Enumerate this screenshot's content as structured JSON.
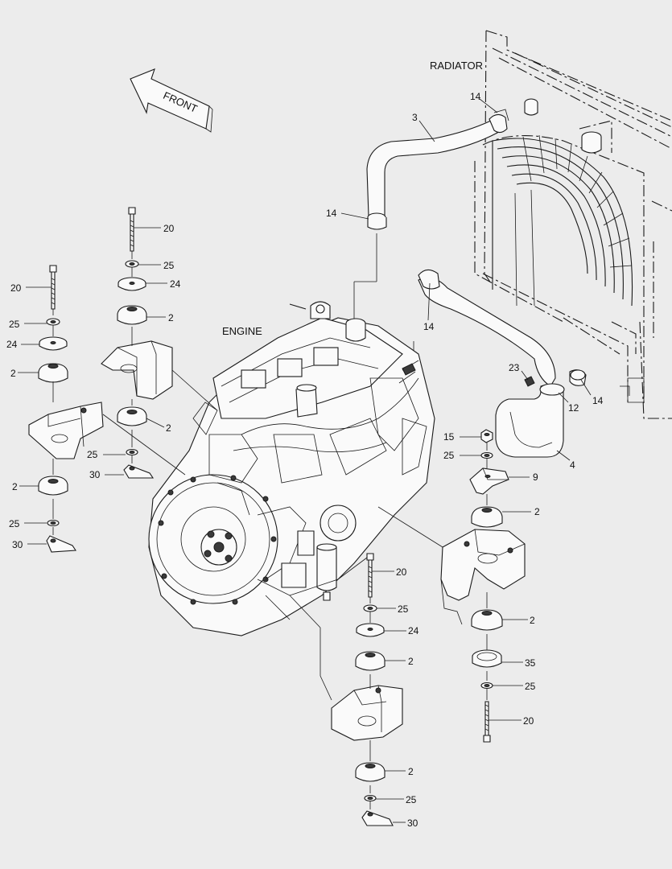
{
  "labels": {
    "radiator": "RADIATOR",
    "engine": "ENGINE",
    "front": "FRONT"
  },
  "callouts": [
    {
      "id": "c-14a",
      "text": "14"
    },
    {
      "id": "c-3",
      "text": "3"
    },
    {
      "id": "c-14b",
      "text": "14"
    },
    {
      "id": "c-14c",
      "text": "14"
    },
    {
      "id": "c-23",
      "text": "23"
    },
    {
      "id": "c-12",
      "text": "12"
    },
    {
      "id": "c-14d",
      "text": "14"
    },
    {
      "id": "c-4",
      "text": "4"
    },
    {
      "id": "c-15",
      "text": "15"
    },
    {
      "id": "c-25r1",
      "text": "25"
    },
    {
      "id": "c-9",
      "text": "9"
    },
    {
      "id": "c-2r1",
      "text": "2"
    },
    {
      "id": "c-2r2",
      "text": "2"
    },
    {
      "id": "c-35",
      "text": "35"
    },
    {
      "id": "c-25r2",
      "text": "25"
    },
    {
      "id": "c-20r",
      "text": "20"
    },
    {
      "id": "c-20m",
      "text": "20"
    },
    {
      "id": "c-25m1",
      "text": "25"
    },
    {
      "id": "c-24m",
      "text": "24"
    },
    {
      "id": "c-2m1",
      "text": "2"
    },
    {
      "id": "c-2m2",
      "text": "2"
    },
    {
      "id": "c-25m2",
      "text": "25"
    },
    {
      "id": "c-30m",
      "text": "30"
    },
    {
      "id": "c-20ul",
      "text": "20"
    },
    {
      "id": "c-25ul",
      "text": "25"
    },
    {
      "id": "c-24ul",
      "text": "24"
    },
    {
      "id": "c-2ul1",
      "text": "2"
    },
    {
      "id": "c-2ul2",
      "text": "2"
    },
    {
      "id": "c-25ul2",
      "text": "25"
    },
    {
      "id": "c-30ul",
      "text": "30"
    },
    {
      "id": "c-20l",
      "text": "20"
    },
    {
      "id": "c-25l1",
      "text": "25"
    },
    {
      "id": "c-24l",
      "text": "24"
    },
    {
      "id": "c-2l1",
      "text": "2"
    },
    {
      "id": "c-2l2",
      "text": "2"
    },
    {
      "id": "c-25l2",
      "text": "25"
    },
    {
      "id": "c-30l",
      "text": "30"
    }
  ]
}
